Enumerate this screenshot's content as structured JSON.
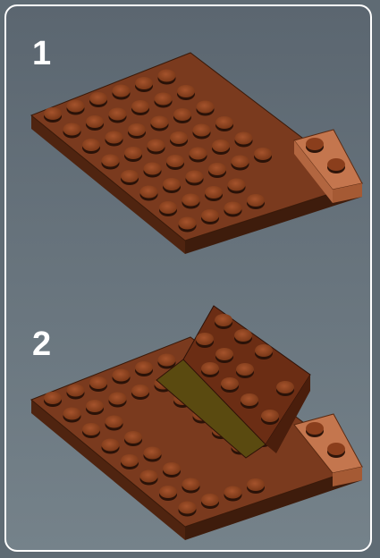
{
  "steps": [
    {
      "number": "1"
    },
    {
      "number": "2"
    }
  ],
  "colors": {
    "background": "#5f6b74",
    "panel_border": "#ffffff",
    "baseplate": "#7a3a1e",
    "baseplate_side": "#4f2410",
    "stud": "#9a4a26",
    "small_plate": "#c4764e",
    "slope_piece": "#6b2d14",
    "slope_face": "#5a4a10"
  },
  "icons": {
    "baseplate": "brick-plate-6x8",
    "small_plate": "brick-plate-1x2",
    "slope": "brick-slope"
  }
}
